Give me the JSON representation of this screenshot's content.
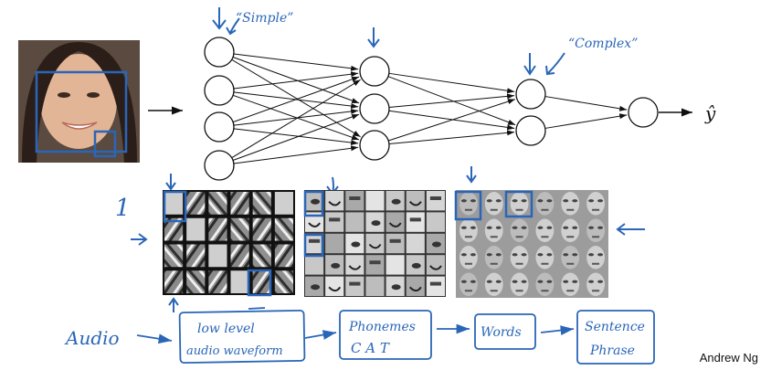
{
  "network": {
    "layers": [
      4,
      3,
      2,
      1
    ],
    "output_label": "ŷ"
  },
  "annotations": {
    "simple": "“Simple”",
    "complex": "“Complex”",
    "one": "1"
  },
  "pipeline": {
    "input": "Audio",
    "stages": [
      {
        "line1": "low level",
        "line2": "audio waveform"
      },
      {
        "line1": "Phonemes",
        "line2": "C  A  T"
      },
      {
        "line1": "Words",
        "line2": ""
      },
      {
        "line1": "Sentence",
        "line2": "Phrase"
      }
    ]
  },
  "credit": "Andrew Ng",
  "colors": {
    "ink": "#2a66b8",
    "line": "#111111"
  }
}
